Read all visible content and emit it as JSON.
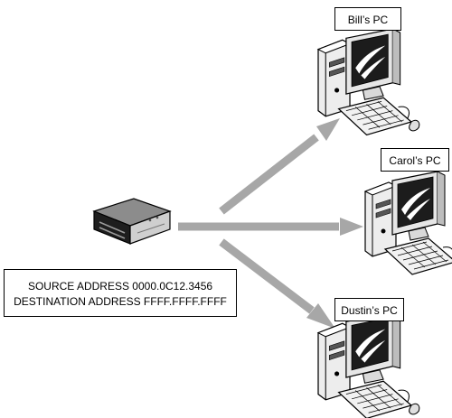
{
  "pcs": [
    {
      "label": "Bill’s PC"
    },
    {
      "label": "Carol’s PC"
    },
    {
      "label": "Dustin’s PC"
    }
  ],
  "frame": {
    "source": "SOURCE ADDRESS 0000.0C12.3456",
    "destination": "DESTINATION ADDRESS FFFF.FFFF.FFFF"
  },
  "colors": {
    "arrow": "#a7a7a7",
    "outline": "#000000",
    "screen": "#1c1c1c",
    "device_body": "#cfcfcf",
    "device_top": "#8c8c8c"
  },
  "icons": {
    "sender": "switch-device-icon",
    "receiver": "desktop-computer-icon"
  }
}
